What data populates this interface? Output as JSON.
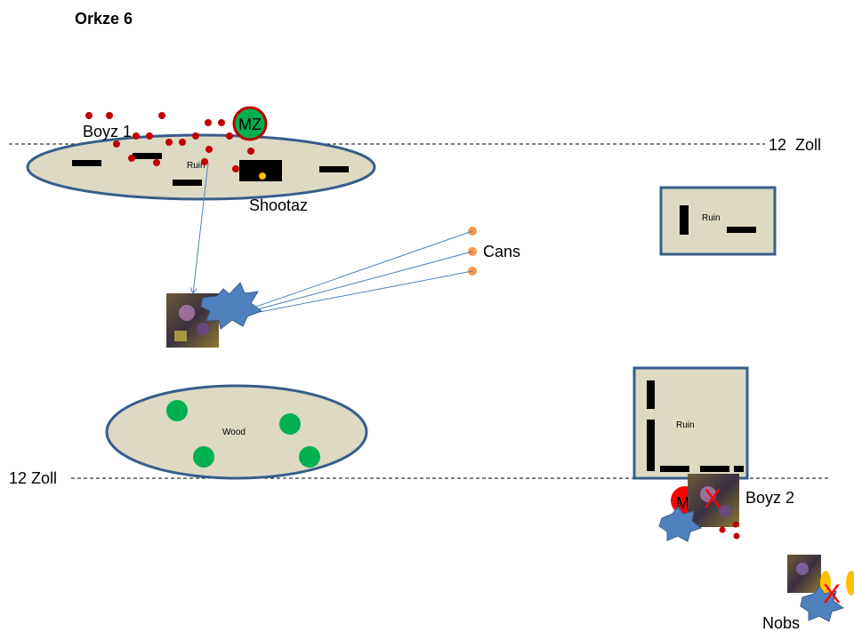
{
  "slide": {
    "title": "Orkze 6"
  },
  "deployment_lines": {
    "top_label": "12  Zoll",
    "bottom_label": "12 Zoll"
  },
  "terrain": {
    "ruin_left": "Ruin",
    "ruin_top_right": "Ruin",
    "ruin_bottom_right": "Ruin",
    "wood": "Wood"
  },
  "units": {
    "boyz1": "Boyz 1",
    "mz_top": "MZ",
    "shootaz": "Shootaz",
    "cans": "Cans",
    "boyz2": "Boyz 2",
    "mz_bottom": "M",
    "nobs": "Nobs",
    "destroyed_mark": "X"
  },
  "colors": {
    "terrain_fill": "#ddd9c3",
    "terrain_stroke": "#385d8a",
    "ork_dot": "#c00000",
    "tree": "#00b050",
    "can": "#f79646",
    "explosion": "#4f81bd",
    "fire_line": "#4f81bd",
    "mark_red": "#ff0000",
    "nob_yellow": "#ffc000"
  },
  "icons": [
    "enemy-model-photo",
    "explosion-icon",
    "destroyed-x-icon"
  ]
}
